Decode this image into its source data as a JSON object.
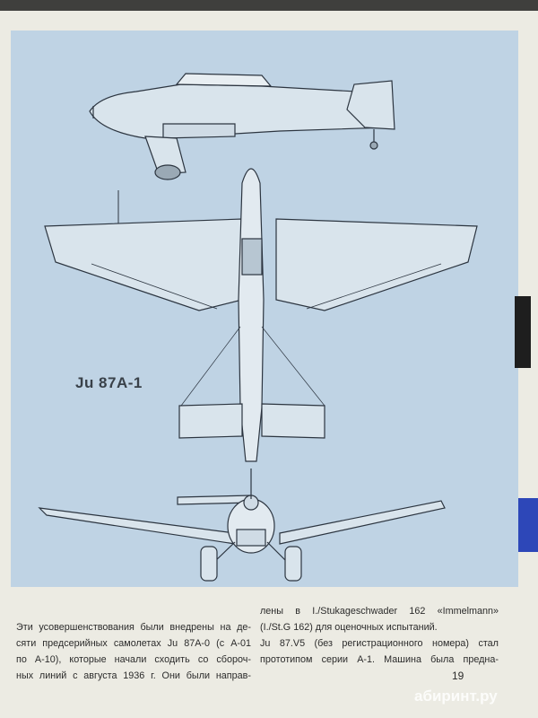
{
  "figure": {
    "aircraft_label": "Ju 87A-1"
  },
  "text": {
    "left_lines": [
      "Эти усовершенствования были внедрены на де-",
      "сяти предсерийных самолетах Ju 87A-0 (с A-01",
      "по A-10), которые начали сходить со сбороч-",
      "ных линий с августа 1936 г. Они были направ-"
    ],
    "right_lines": [
      "лены в I./Stukageschwader 162 «Immelmann»",
      "(I./St.G 162) для оценочных испытаний.",
      "Ju 87.V5 (без регистрационного номера) стал",
      "прототипом серии A-1. Машина была предна-"
    ]
  },
  "page_number": "19",
  "watermark": "абиринт.ру",
  "colors": {
    "panel": "#bfd3e4",
    "page": "#ecebe3",
    "line": "#2c3540",
    "side_tab": "#2d47b8"
  }
}
